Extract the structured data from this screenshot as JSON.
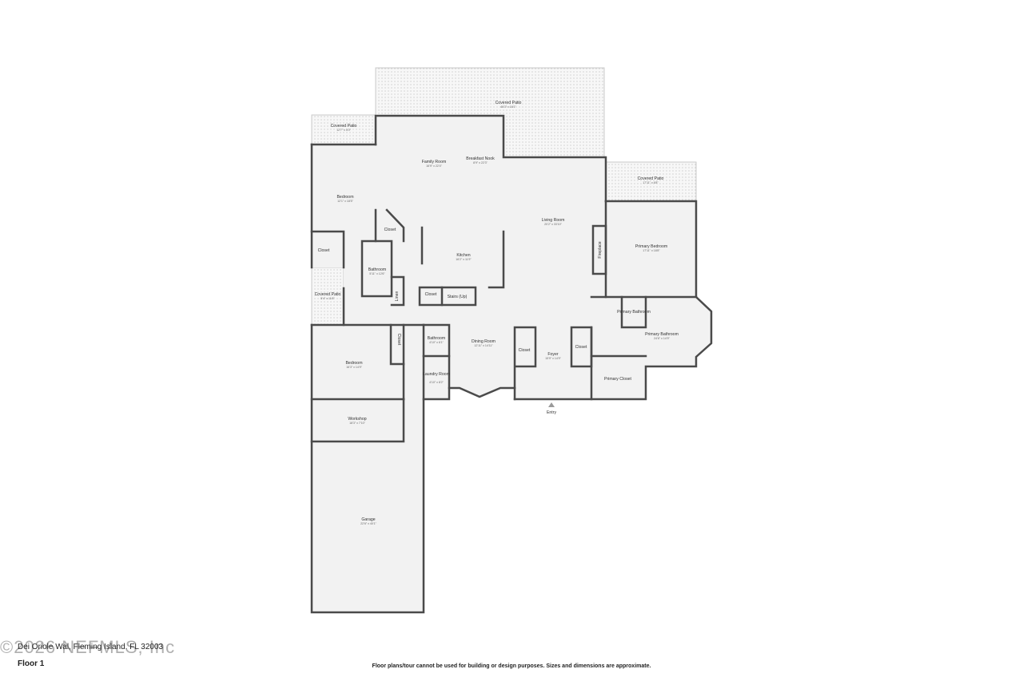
{
  "rooms": {
    "covered_patio_top": {
      "name": "Covered Patio",
      "dims": "46'3\" x 16'1\""
    },
    "covered_patio_left": {
      "name": "Covered Patio",
      "dims": "12'7\" x 5'0\""
    },
    "covered_patio_right": {
      "name": "Covered Patio",
      "dims": "17'11\" x 6'8\""
    },
    "covered_patio_mid": {
      "name": "Covered Patio",
      "dims": "5'4\" x 11'8\""
    },
    "family_room": {
      "name": "Family Room",
      "dims": "16'9\" x 22'4\""
    },
    "breakfast_nook": {
      "name": "Breakfast Nook",
      "dims": "8'9\" x 22'3\""
    },
    "bedroom_1": {
      "name": "Bedroom",
      "dims": "12'1\" x 18'5\""
    },
    "closet_1": {
      "name": "Closet"
    },
    "closet_2": {
      "name": "Closet"
    },
    "bathroom_1": {
      "name": "Bathroom",
      "dims": "5'11\" x 12'6\""
    },
    "linen": {
      "name": "Linen"
    },
    "kitchen": {
      "name": "Kitchen",
      "dims": "16'2\" x 11'9\""
    },
    "closet_3": {
      "name": "Closet"
    },
    "stairs": {
      "name": "Stairs (Up)"
    },
    "living_room": {
      "name": "Living Room",
      "dims": "20'2\" x 33'10\""
    },
    "fireplace": {
      "name": "Fireplace"
    },
    "primary_bedroom": {
      "name": "Primary Bedroom",
      "dims": "17'11\" x 18'8\""
    },
    "primary_bathroom_small": {
      "name": "Primary Bathroom"
    },
    "primary_bathroom": {
      "name": "Primary Bathroom",
      "dims": "24'6\" x 14'9\""
    },
    "bedroom_2": {
      "name": "Bedroom",
      "dims": "16'3\" x 14'9\""
    },
    "closet_4": {
      "name": "Closet"
    },
    "bathroom_2": {
      "name": "Bathroom",
      "dims": "4'10\" x 6'1\""
    },
    "laundry": {
      "name": "Laundry Room",
      "dims": "4'10\" x 8'2\""
    },
    "dining_room": {
      "name": "Dining Room",
      "dims": "12'11\" x 14'11\""
    },
    "closet_5": {
      "name": "Closet"
    },
    "foyer": {
      "name": "Foyer",
      "dims": "15'9\" x 14'9\""
    },
    "closet_6": {
      "name": "Closet"
    },
    "primary_closet": {
      "name": "Primary Closet"
    },
    "workshop": {
      "name": "Workshop",
      "dims": "18'3\" x 7'10\""
    },
    "garage": {
      "name": "Garage",
      "dims": "22'6\" x 40'1\""
    },
    "entry": {
      "name": "Entry"
    }
  },
  "footer": {
    "address": "Dei Oriole Wal, Fleming Island, FL 32003",
    "floor": "Floor 1",
    "disclaimer": "Floor plans/tour cannot be used for building or design purposes. Sizes and dimensions are approximate.",
    "watermark": "©2026 NEFMLS, Inc"
  },
  "colors": {
    "wall": "#4a4a4a",
    "room_fill": "#f2f2f2",
    "patio_dots": "#bdbdbd"
  },
  "icons": {
    "entry": "entry-arrow-icon"
  }
}
